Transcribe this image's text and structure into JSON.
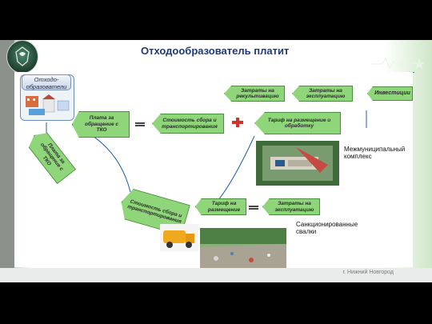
{
  "slide": {
    "title": "Отходообразователь платит",
    "footer": "г. Нижний Новгород"
  },
  "diagram": {
    "generator_box": "Отходо-\nобразователи",
    "fee_tko": "Плата за обращение с ТКО",
    "fee_tko_rotated": "Плата за обращение с ТКО",
    "cost_collection": "Стоимость сбора и транспортирования",
    "tariff_processing": "Тариф на размещение и обработку",
    "costs_recultivation": "Затраты на рекультивацию",
    "costs_operation_top": "Затраты на эксплуатацию",
    "investments": "Инвестиции",
    "cost_collection_rotated": "Стоимость сбора и транспортирования",
    "tariff_placement": "Тариф на размещение",
    "costs_operation_bottom": "Затраты на эксплуатацию",
    "intermunicipal": "Межмуниципальный комплекс",
    "sanctioned": "Санкционированные свалки"
  },
  "colors": {
    "title": "#1d3a78",
    "arrow_fill": "#8fd67a",
    "arrow_border": "#4b8f3e",
    "connector": "#1c5ea8",
    "accent_plus": "#d2332b"
  }
}
